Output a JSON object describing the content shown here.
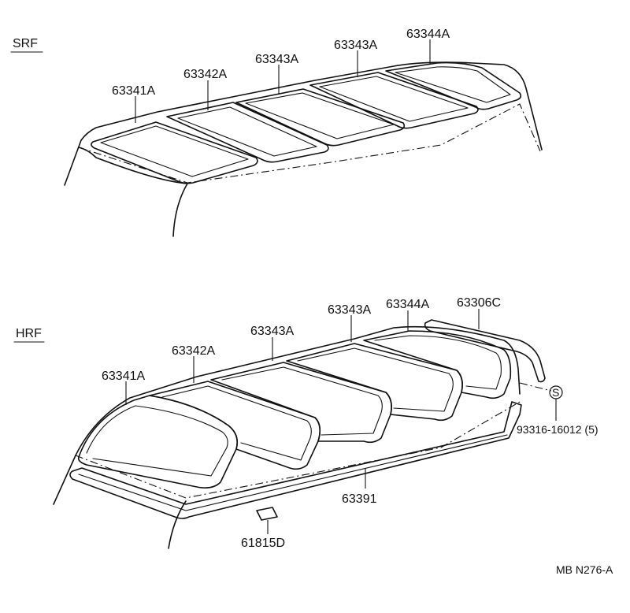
{
  "sections": {
    "srf": "SRF",
    "hrf": "HRF"
  },
  "srf_labels": {
    "p63341a": "63341A",
    "p63342a": "63342A",
    "p63343a_1": "63343A",
    "p63343a_2": "63343A",
    "p63344a": "63344A"
  },
  "hrf_labels": {
    "p63341a": "63341A",
    "p63342a": "63342A",
    "p63343a_1": "63343A",
    "p63343a_2": "63343A",
    "p63344a": "63344A",
    "p63306c": "63306C",
    "s_mark": "S",
    "p93316": "93316-16012 (5)",
    "p63391": "63391",
    "p61815d": "61815D"
  },
  "footer": {
    "code": "MB N276-A"
  }
}
